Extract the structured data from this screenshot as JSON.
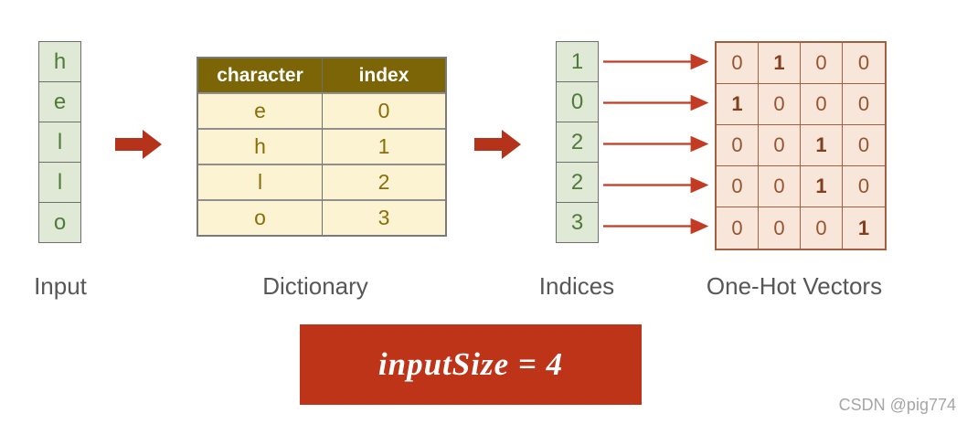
{
  "diagram": {
    "input": {
      "label": "Input",
      "letters": [
        "h",
        "e",
        "l",
        "l",
        "o"
      ]
    },
    "dictionary": {
      "label": "Dictionary",
      "headers": [
        "character",
        "index"
      ],
      "rows": [
        [
          "e",
          "0"
        ],
        [
          "h",
          "1"
        ],
        [
          "l",
          "2"
        ],
        [
          "o",
          "3"
        ]
      ]
    },
    "indices": {
      "label": "Indices",
      "values": [
        "1",
        "0",
        "2",
        "2",
        "3"
      ]
    },
    "one_hot": {
      "label": "One-Hot Vectors",
      "rows": [
        [
          "0",
          "1",
          "0",
          "0"
        ],
        [
          "1",
          "0",
          "0",
          "0"
        ],
        [
          "0",
          "0",
          "1",
          "0"
        ],
        [
          "0",
          "0",
          "1",
          "0"
        ],
        [
          "0",
          "0",
          "0",
          "1"
        ]
      ]
    },
    "formula": "inputSize = 4",
    "watermark": "CSDN @pig774"
  },
  "icons": {
    "flow_arrow": "block-arrow-right",
    "mapping_arrow": "thin-arrow-right"
  },
  "colors": {
    "cell_green": "#dfe9d5",
    "green_text": "#4f7b38",
    "header_olive": "#7c6507",
    "cream": "#fcf3d2",
    "olive_text": "#8c6d08",
    "peach": "#f9e6da",
    "brown_border": "#a05f3e",
    "brown_text": "#96552f",
    "arrow_red": "#b5331a",
    "box_red": "#bd3418",
    "caption_gray": "#575757"
  }
}
